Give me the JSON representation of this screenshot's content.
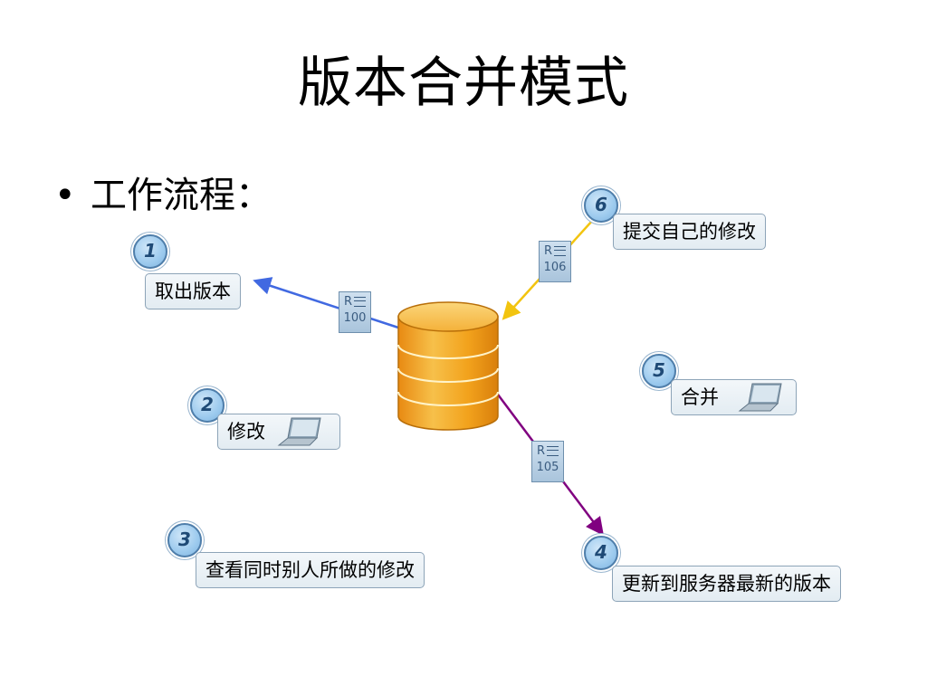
{
  "title": "版本合并模式",
  "bullet": {
    "symbol": "•",
    "text": "工作流程："
  },
  "revision_tag_label": "R",
  "steps": [
    {
      "number": "1",
      "label": "取出版本"
    },
    {
      "number": "2",
      "label": "修改",
      "icon": "laptop-icon"
    },
    {
      "number": "3",
      "label": "查看同时别人所做的修改"
    },
    {
      "number": "4",
      "label": "更新到服务器最新的版本"
    },
    {
      "number": "5",
      "label": "合并",
      "icon": "laptop-icon"
    },
    {
      "number": "6",
      "label": "提交自己的修改"
    }
  ],
  "revisions": [
    {
      "number": "100",
      "arrow_color": "#4169e1"
    },
    {
      "number": "105",
      "arrow_color": "#800080"
    },
    {
      "number": "106",
      "arrow_color": "#f2c40f"
    }
  ],
  "repository_icon": "database-icon",
  "colors": {
    "database_fill": "#f2a21c",
    "box_border": "#8da4b8",
    "badge_fill": "#9ccaee"
  }
}
